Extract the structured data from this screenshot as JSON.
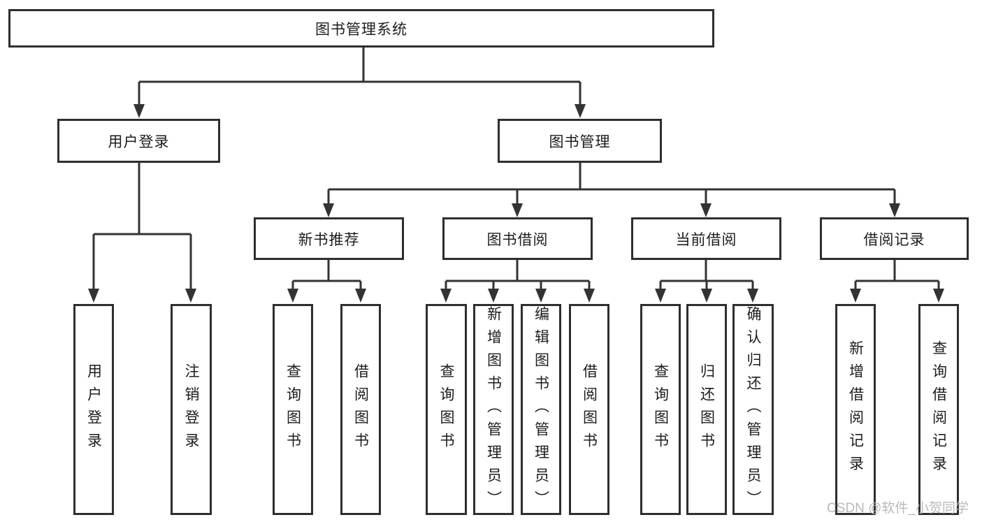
{
  "colors": {
    "background": "#ffffff",
    "line": "#333333",
    "box_border": "#2e2e2e",
    "box_fill": "#ffffff",
    "text": "#1c1c1c",
    "watermark": "#b3b6ba"
  },
  "watermark": {
    "text": "CSDN @软件_小贺同学"
  },
  "nodes": {
    "root": {
      "label": "图书管理系统"
    },
    "level2": [
      {
        "label": "用户登录"
      },
      {
        "label": "图书管理"
      }
    ],
    "level3": [
      {
        "label": "新书推荐",
        "parent": "图书管理"
      },
      {
        "label": "图书借阅",
        "parent": "图书管理"
      },
      {
        "label": "当前借阅",
        "parent": "图书管理"
      },
      {
        "label": "借阅记录",
        "parent": "图书管理"
      }
    ],
    "leaves": [
      {
        "label": "用户登录",
        "parent": "用户登录"
      },
      {
        "label": "注销登录",
        "parent": "用户登录"
      },
      {
        "label": "查询图书",
        "parent": "新书推荐"
      },
      {
        "label": "借阅图书",
        "parent": "新书推荐"
      },
      {
        "label": "查询图书",
        "parent": "图书借阅"
      },
      {
        "label": "新增图书（管理员）",
        "parent": "图书借阅"
      },
      {
        "label": "编辑图书（管理员）",
        "parent": "图书借阅"
      },
      {
        "label": "借阅图书",
        "parent": "图书借阅"
      },
      {
        "label": "查询图书",
        "parent": "当前借阅"
      },
      {
        "label": "归还图书",
        "parent": "当前借阅"
      },
      {
        "label": "确认归还（管理员）",
        "parent": "当前借阅"
      },
      {
        "label": "新增借阅记录",
        "parent": "借阅记录"
      },
      {
        "label": "查询借阅记录",
        "parent": "借阅记录"
      }
    ]
  }
}
